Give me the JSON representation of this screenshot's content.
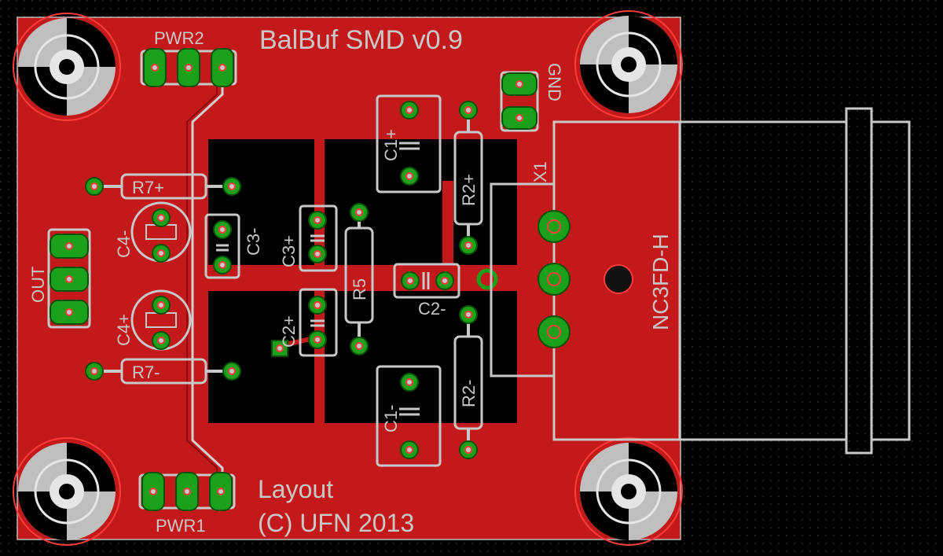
{
  "board": {
    "title": "BalBuf SMD v0.9",
    "layout_label": "Layout",
    "copyright": "(C) UFN 2013"
  },
  "labels": {
    "pwr2": "PWR2",
    "pwr1": "PWR1",
    "gnd": "GND",
    "out": "OUT",
    "x1": "X1",
    "connector": "NC3FD-H",
    "r7_top": "R7+",
    "r7_bottom": "R7-",
    "c4_top": "C4-",
    "c4_bottom": "C4+",
    "c3_minus": "C3-",
    "c3_plus": "C3+",
    "c2_plus": "C2+",
    "c2_minus": "C2-",
    "c1_plus": "C1+",
    "c1_minus": "C1-",
    "r5": "R5",
    "r2_plus": "R2+",
    "r2_minus": "R2-"
  },
  "colors": {
    "board": "#c4191a",
    "background": "#000000",
    "silkscreen": "#c8c8c8",
    "pad": "#1aa01a"
  }
}
